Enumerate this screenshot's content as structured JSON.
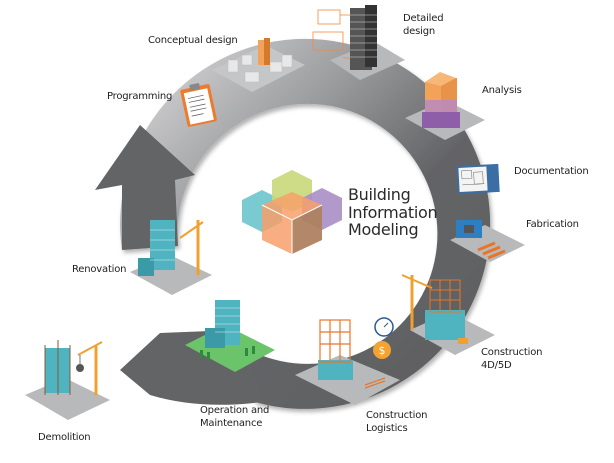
{
  "diagram": {
    "title_lines": [
      "Building",
      "Information",
      "Modeling"
    ],
    "stages": [
      {
        "id": "programming",
        "label": "Programming"
      },
      {
        "id": "conceptual-design",
        "label": "Conceptual design"
      },
      {
        "id": "detailed-design",
        "label": "Detailed\ndesign"
      },
      {
        "id": "analysis",
        "label": "Analysis"
      },
      {
        "id": "documentation",
        "label": "Documentation"
      },
      {
        "id": "fabrication",
        "label": "Fabrication"
      },
      {
        "id": "construction-4d5d",
        "label": "Construction\n4D/5D"
      },
      {
        "id": "construction-logistics",
        "label": "Construction\nLogistics"
      },
      {
        "id": "operation-maintenance",
        "label": "Operation and\nMaintenance"
      },
      {
        "id": "renovation",
        "label": "Renovation"
      },
      {
        "id": "demolition",
        "label": "Demolition"
      }
    ],
    "colors": {
      "ring_dark": "#636466",
      "ring_light": "#d4d4d5",
      "platform": "#b8b9bb",
      "accent_orange": "#f08a3c",
      "accent_teal": "#4fb3c0",
      "accent_purple": "#9b7fc0",
      "cube_teal": "#6cc5cc",
      "cube_green": "#c9d77a",
      "cube_purple": "#a98ec6",
      "cube_orange": "#f7a06a"
    }
  }
}
